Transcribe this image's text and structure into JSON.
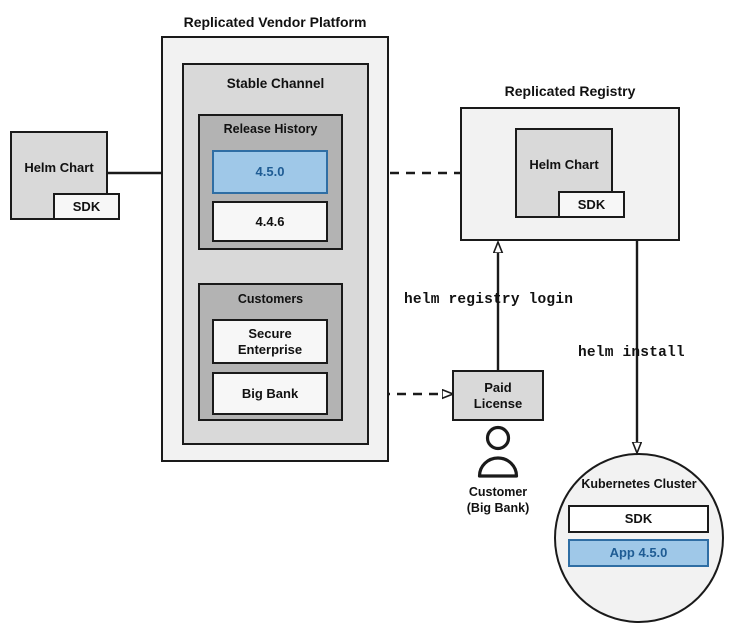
{
  "diagram": {
    "title_vendor_platform": "Replicated Vendor Platform",
    "title_registry": "Replicated Registry",
    "source_chart": {
      "label": "Helm Chart",
      "sdk_label": "SDK"
    },
    "stable_channel": {
      "heading": "Stable Channel",
      "release_history": {
        "heading": "Release History",
        "releases": [
          {
            "version": "4.5.0",
            "highlighted": true
          },
          {
            "version": "4.4.6",
            "highlighted": false
          }
        ]
      },
      "customers": {
        "heading": "Customers",
        "entries": [
          {
            "name": "Secure\nEnterprise"
          },
          {
            "name": "Big Bank"
          }
        ]
      }
    },
    "registry": {
      "chart_label": "Helm Chart",
      "sdk_label": "SDK"
    },
    "license": {
      "label": "Paid\nLicense"
    },
    "customer_actor": {
      "caption_line1": "Customer",
      "caption_line2": "(Big Bank)",
      "icon": "person-icon"
    },
    "cluster": {
      "heading": "Kubernetes Cluster",
      "components": [
        {
          "label": "SDK",
          "highlighted": false
        },
        {
          "label": "App 4.5.0",
          "highlighted": true
        }
      ]
    },
    "commands": {
      "registry_login": "helm registry login",
      "install": "helm install"
    },
    "colors": {
      "highlight_fill": "#9fc8e8",
      "highlight_border": "#2f6ea4",
      "highlight_text": "#1f5c94",
      "outer_fill": "#f2f2f2",
      "channel_fill": "#d9d9d9",
      "section_fill": "#b3b3b3",
      "stroke": "#1a1a1a"
    }
  }
}
